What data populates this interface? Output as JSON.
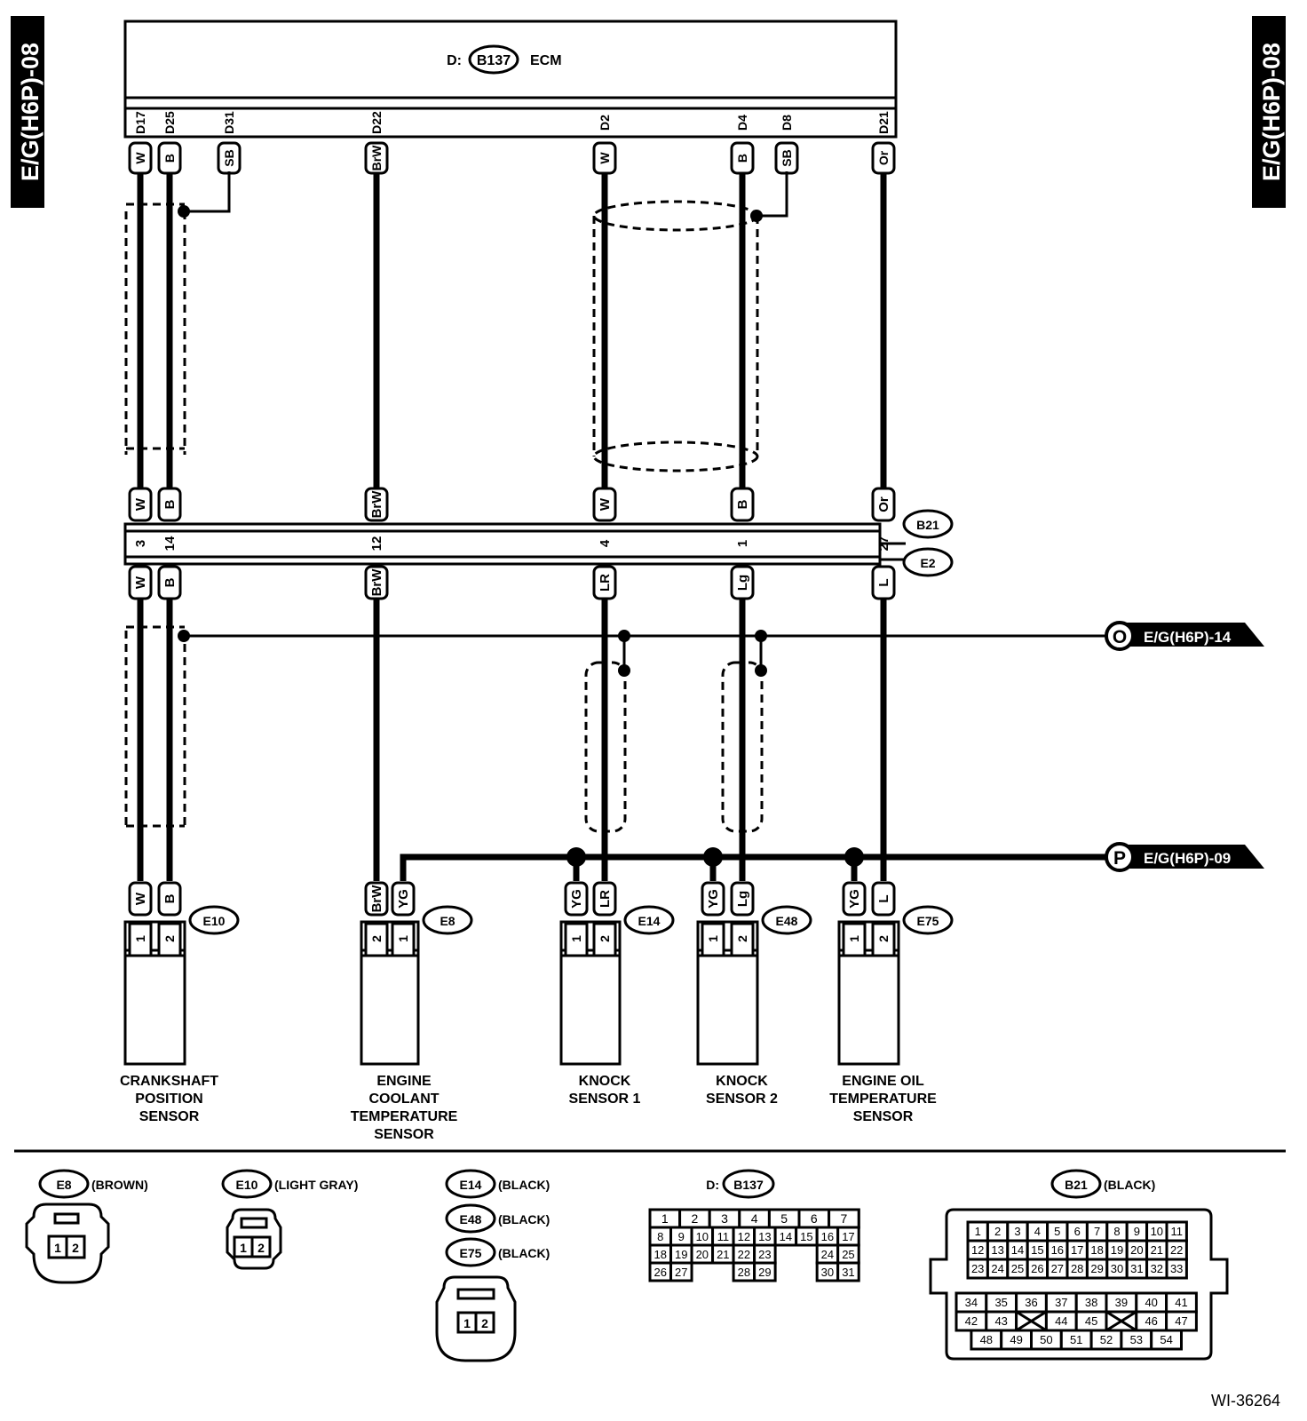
{
  "side_tabs": {
    "left": "E/G(H6P)-08",
    "right": "E/G(H6P)-08"
  },
  "ecm": {
    "prefix": "D:",
    "connector": "B137",
    "name": "ECM"
  },
  "ecm_pins": [
    {
      "pin": "D17",
      "color": "W"
    },
    {
      "pin": "D25",
      "color": "B"
    },
    {
      "pin": "D31",
      "color": "SB"
    },
    {
      "pin": "D22",
      "color": "BrW"
    },
    {
      "pin": "D2",
      "color": "W"
    },
    {
      "pin": "D4",
      "color": "B"
    },
    {
      "pin": "D8",
      "color": "SB"
    },
    {
      "pin": "D21",
      "color": "Or"
    }
  ],
  "joint": {
    "upper_connector": "B21",
    "lower_connector": "E2",
    "pins": [
      {
        "num": "3",
        "top": "W",
        "bottom": "W"
      },
      {
        "num": "14",
        "top": "B",
        "bottom": "B"
      },
      {
        "num": "12",
        "top": "BrW",
        "bottom": "BrW"
      },
      {
        "num": "4",
        "top": "W",
        "bottom": "LR"
      },
      {
        "num": "1",
        "top": "B",
        "bottom": "Lg"
      },
      {
        "num": "27",
        "top": "Or",
        "bottom": "L"
      }
    ]
  },
  "refs": {
    "o": {
      "letter": "O",
      "label": "E/G(H6P)-14"
    },
    "p": {
      "letter": "P",
      "label": "E/G(H6P)-09"
    }
  },
  "sensors": [
    {
      "connector": "E10",
      "wires": [
        "W",
        "B"
      ],
      "pins": [
        "1",
        "2"
      ],
      "name": [
        "CRANKSHAFT",
        "POSITION",
        "SENSOR"
      ]
    },
    {
      "connector": "E8",
      "wires": [
        "BrW",
        "YG"
      ],
      "pins": [
        "2",
        "1"
      ],
      "name": [
        "ENGINE",
        "COOLANT",
        "TEMPERATURE",
        "SENSOR"
      ]
    },
    {
      "connector": "E14",
      "wires": [
        "YG",
        "LR"
      ],
      "pins": [
        "1",
        "2"
      ],
      "name": [
        "KNOCK",
        "SENSOR 1"
      ]
    },
    {
      "connector": "E48",
      "wires": [
        "YG",
        "Lg"
      ],
      "pins": [
        "1",
        "2"
      ],
      "name": [
        "KNOCK",
        "SENSOR 2"
      ]
    },
    {
      "connector": "E75",
      "wires": [
        "YG",
        "L"
      ],
      "pins": [
        "1",
        "2"
      ],
      "name": [
        "ENGINE OIL",
        "TEMPERATURE",
        "SENSOR"
      ]
    }
  ],
  "legend": {
    "e8": {
      "id": "E8",
      "color": "(BROWN)",
      "pins": [
        "1",
        "2"
      ]
    },
    "e10": {
      "id": "E10",
      "color": "(LIGHT GRAY)",
      "pins": [
        "1",
        "2"
      ]
    },
    "e14": {
      "id": "E14",
      "color": "(BLACK)"
    },
    "e48": {
      "id": "E48",
      "color": "(BLACK)"
    },
    "e75": {
      "id": "E75",
      "color": "(BLACK)",
      "pins": [
        "1",
        "2"
      ]
    },
    "b137": {
      "prefix": "D:",
      "id": "B137",
      "rows": [
        [
          "1",
          "2",
          "3",
          "4",
          "5",
          "6",
          "7"
        ],
        [
          "8",
          "9",
          "10",
          "11",
          "12",
          "13",
          "14",
          "15",
          "16",
          "17"
        ],
        [
          "18",
          "19",
          "20",
          "21",
          "22",
          "23",
          "24",
          "25"
        ],
        [
          "26",
          "27",
          "28",
          "29",
          "30",
          "31"
        ]
      ]
    },
    "b21": {
      "id": "B21",
      "color": "(BLACK)",
      "rows": [
        [
          "1",
          "2",
          "3",
          "4",
          "5",
          "6",
          "7",
          "8",
          "9",
          "10",
          "11"
        ],
        [
          "12",
          "13",
          "14",
          "15",
          "16",
          "17",
          "18",
          "19",
          "20",
          "21",
          "22"
        ],
        [
          "23",
          "24",
          "25",
          "26",
          "27",
          "28",
          "29",
          "30",
          "31",
          "32",
          "33"
        ],
        [
          "34",
          "35",
          "36",
          "37",
          "38",
          "39",
          "40",
          "41"
        ],
        [
          "42",
          "43",
          "44",
          "45",
          "46",
          "47"
        ],
        [
          "48",
          "49",
          "50",
          "51",
          "52",
          "53",
          "54"
        ]
      ]
    }
  },
  "figure_id": "WI-36264"
}
